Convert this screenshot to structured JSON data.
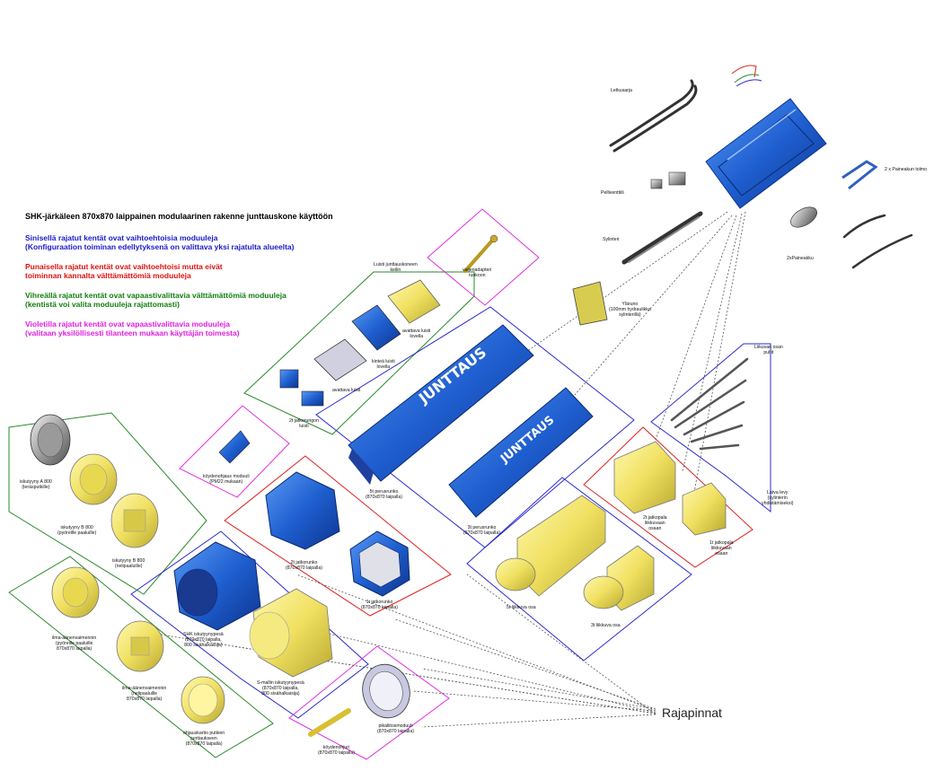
{
  "legend": {
    "title": "SHK-järkäleen 870x870 laippainen modulaarinen rakenne junttauskone käyttöön",
    "blue_1": "Sinisellä rajatut kentät ovat vaihtoehtoisia moduuleja",
    "blue_2": "(Konfiguraation toiminan edellytyksenä on valittava yksi rajatulta alueelta)",
    "red_1": "Punaisella rajatut kentät ovat vaihtoehtoisi mutta eivät",
    "red_2": "toiminnan kannalta välttämättömiä moduuleja",
    "green_1": "Vihreällä rajatut kentät ovat vapaastivalittavia välttämättömiä moduuleja",
    "green_2": "(kentistä voi valita moduuleja rajattomasti)",
    "violet_1": "Violetilla rajatut kentät ovat vapaastivalittavia moduuleja",
    "violet_2": "(valitaan yksilöllisesti tilanteen mukaan käyttäjän toimesta)"
  },
  "labels": {
    "letkusarja": "Letkusarja",
    "paineakun_tolmo": "2 x Paineakun tolmo",
    "pellivanttilli": "Pelliventtiili",
    "sylinteri": "Sylinteri",
    "paineakku": "2xPaineakku",
    "ylarunko_1": "Yläruno",
    "ylarunko_2": "(100mm hydraulikka",
    "ylarunko_3": "sylinterillä)",
    "vaijeriadapteri_1": "vaijeriadapteri",
    "vaijeriadapteri_2": "runkoon",
    "luisti_keilin_1": "Luisti junttauskoneen",
    "luisti_keilin_2": "keilin",
    "avattava_luisti_lovella_1": "avattava luisti",
    "avattava_luisti_lovella_2": "lovella",
    "kintea_luisti_1": "kinteä luisti",
    "kintea_luisti_2": "lovella",
    "avattava_luisti": "avattava luisti",
    "jatkorungon_luisti_1": "2t jatkorungon",
    "jatkorungon_luisti_2": "luisti",
    "liikuvan_osan_pultit_1": "Liikuvan osan",
    "liikuvan_osan_pultit_2": "pultit",
    "peruskunko5_1": "5t perusrunko",
    "peruskunko5_2": "(870x870 laipalla)",
    "peruskunko3_1": "3t perusrunko",
    "peruskunko3_2": "(870x870 laipalla)",
    "latva_levy_1": "Latva levy",
    "latva_levy_2": "(sylinterin",
    "latva_levy_3": "yhdistämiseksi)",
    "jatkopala2_1": "2t jatkopala",
    "jatkopala2_2": "liikkuvaan",
    "jatkopala2_3": "osaan",
    "jatkopala1_1": "1t jatkopala",
    "jatkopala1_2": "liikkuvaan",
    "jatkopala1_3": "osaan",
    "liikkuva5": "5t liikkuva osa",
    "liikkuva3": "3t liikkuva osa",
    "kaydenohjaus_1": "köydenohjaus moduuli",
    "kaydenohjaus_2": "(PM22 mukaan)",
    "iskutyyny_a_1": "iskutyyny A 800",
    "iskutyyny_a_2": "(teräsputkille)",
    "iskutyyny_b_1": "iskutyyny B 800",
    "iskutyyny_b_2": "(pyöreille paaluille)",
    "iskutyyny_b2_1": "iskutyyny B 800",
    "iskutyyny_b2_2": "(nelipaaluille)",
    "jatkorunko2_1": "2t jatkorunko",
    "jatkorunko2_2": "(870x870 laipalla)",
    "jatkorunko1_1": "1t jatkorunko",
    "jatkorunko1_2": "(870x870 laipalla)",
    "shk_iskutyynypesa_1": "SHK iskutyynypesä",
    "shk_iskutyynypesa_2": "(870x870 laipalla,",
    "shk_iskutyynypesa_3": "800 sisähalkaisija)",
    "smallin_1": "S-mallin iskutyynypesä",
    "smallin_2": "(870x870 laipalla,",
    "smallin_3": "800 sisähalkaisija)",
    "ilma_pyoreille_1": "ilma-äänenvaimennin",
    "ilma_pyoreille_2": "(pyöreille paaluille",
    "ilma_pyoreille_3": "870x870 laipalla)",
    "ilma_neli_1": "ilma-äänenvaimennin",
    "ilma_neli_2": "(nelipaaluille",
    "ilma_neli_3": "870x870 laipalla)",
    "ohjauskartio_1": "ohjauskartio putkien",
    "ohjauskartio_2": "junttaukseen",
    "ohjauskartio_3": "(870x870 laipalla)",
    "pikaliitos_1": "pikaliitosmoduuli",
    "pikaliitos_2": "(870x870 laipalla)",
    "kaydenohjuri_1": "köydenohjuri",
    "kaydenohjuri_2": "(870x870 laipalla)",
    "rajapinnat": "Rajapinnat"
  },
  "colors": {
    "blue_frame": "#2a2ad0",
    "red_frame": "#e02020",
    "green_frame": "#2a8a2a",
    "violet_frame": "#e030e0",
    "module_blue": "#1f5fd0",
    "module_yellow": "#f0e060",
    "dark": "#333333"
  }
}
